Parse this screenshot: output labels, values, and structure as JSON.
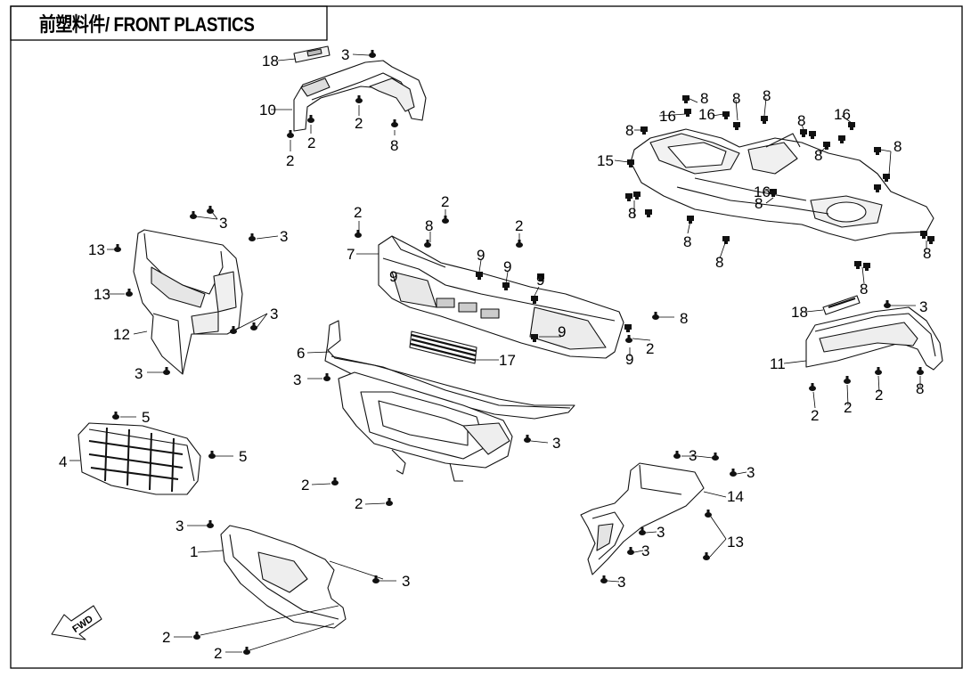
{
  "title": "前塑料件/ FRONT PLASTICS",
  "fwd_label": "FWD",
  "callouts": {
    "c18a": "18",
    "c3a": "3",
    "c10": "10",
    "c2a": "2",
    "c2b": "2",
    "c2c": "2",
    "c8a": "8",
    "c3b": "3",
    "c3c": "3",
    "c13a": "13",
    "c13b": "13",
    "c3d": "3",
    "c12": "12",
    "c3e": "3",
    "c2d": "2",
    "c2e": "2",
    "c2f": "2",
    "c8b": "8",
    "c7": "7",
    "c9a": "9",
    "c9b": "9",
    "c9c": "9",
    "c9d": "9",
    "c9e": "9",
    "c8c": "8",
    "c2g": "2",
    "c9f": "9",
    "c17": "17",
    "c6": "6",
    "c3f": "3",
    "c3g": "3",
    "c2h": "2",
    "c2i": "2",
    "c5a": "5",
    "c4": "4",
    "c5b": "5",
    "c3h": "3",
    "c1": "1",
    "c3i": "3",
    "c2j": "2",
    "c2k": "2",
    "c8d": "8",
    "c8e": "8",
    "c8f": "8",
    "c16a": "16",
    "c16b": "16",
    "c8g": "8",
    "c16c": "16",
    "c8h": "8",
    "c8i": "8",
    "c15": "15",
    "c8j": "8",
    "c16d": "16",
    "c8k": "8",
    "c8l": "8",
    "c8m": "8",
    "c8n": "8",
    "c18b": "18",
    "c3j": "3",
    "c11": "11",
    "c2l": "2",
    "c2m": "2",
    "c2n": "2",
    "c8o": "8",
    "c3k": "3",
    "c3l": "3",
    "c14": "14",
    "c13c": "13",
    "c3m": "3",
    "c3n": "3",
    "c3o": "3"
  }
}
